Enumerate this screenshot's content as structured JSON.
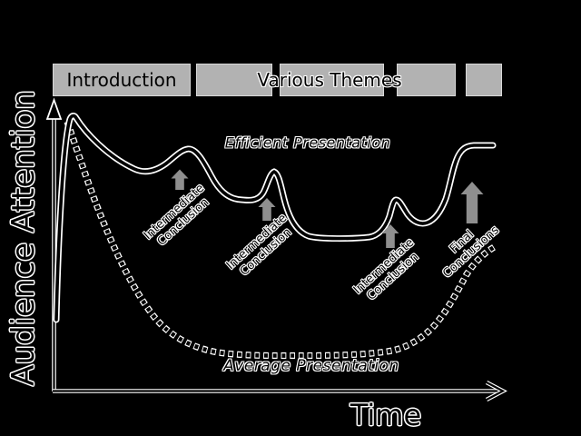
{
  "timeline": {
    "boxes": [
      {
        "label": "Introduction"
      },
      {
        "label": ""
      },
      {
        "label": ""
      },
      {
        "label": ""
      },
      {
        "label": ""
      }
    ],
    "overlay_label": "Various Themes"
  },
  "axes": {
    "y_label": "Audience Attention",
    "x_label": "Time"
  },
  "curve_labels": {
    "efficient": "Efficient Presentation",
    "average": "Average Presentation"
  },
  "annotations": [
    {
      "line1": "Intermediate",
      "line2": "Conclusion"
    },
    {
      "line1": "Intermediate",
      "line2": "Conclusion"
    },
    {
      "line1": "Intermediate",
      "line2": "Conclusion"
    },
    {
      "line1": "Final",
      "line2": "Conclusions"
    }
  ],
  "colors": {
    "background": "#000000",
    "box_gray": "#b2b2b2",
    "arrow_gray": "#8f8f8f",
    "curve_black": "#000000",
    "outline_white": "#ffffff"
  },
  "chart_data": {
    "type": "line",
    "title": "",
    "xlabel": "Time",
    "ylabel": "Audience Attention",
    "axis_values": "unlabeled conceptual axes; values normalized 0-100",
    "grid": false,
    "legend_position": "inline-labels",
    "series": [
      {
        "name": "Efficient Presentation",
        "style": "solid",
        "x": [
          0,
          4,
          18,
          29,
          40,
          49,
          63,
          71,
          76,
          84,
          92,
          98
        ],
        "y": [
          27,
          96,
          77,
          85,
          67,
          77,
          54,
          54,
          67,
          59,
          85,
          86
        ]
      },
      {
        "name": "Average Presentation",
        "style": "dotted",
        "x": [
          3,
          8,
          16,
          25,
          36,
          52,
          69,
          80,
          90,
          98
        ],
        "y": [
          94,
          72,
          42,
          20,
          13,
          13,
          13,
          17,
          34,
          50
        ]
      }
    ],
    "stage_bands": [
      "Introduction",
      "Various Themes"
    ],
    "annotations": [
      "Intermediate Conclusion",
      "Intermediate Conclusion",
      "Intermediate Conclusion",
      "Final Conclusions"
    ]
  }
}
